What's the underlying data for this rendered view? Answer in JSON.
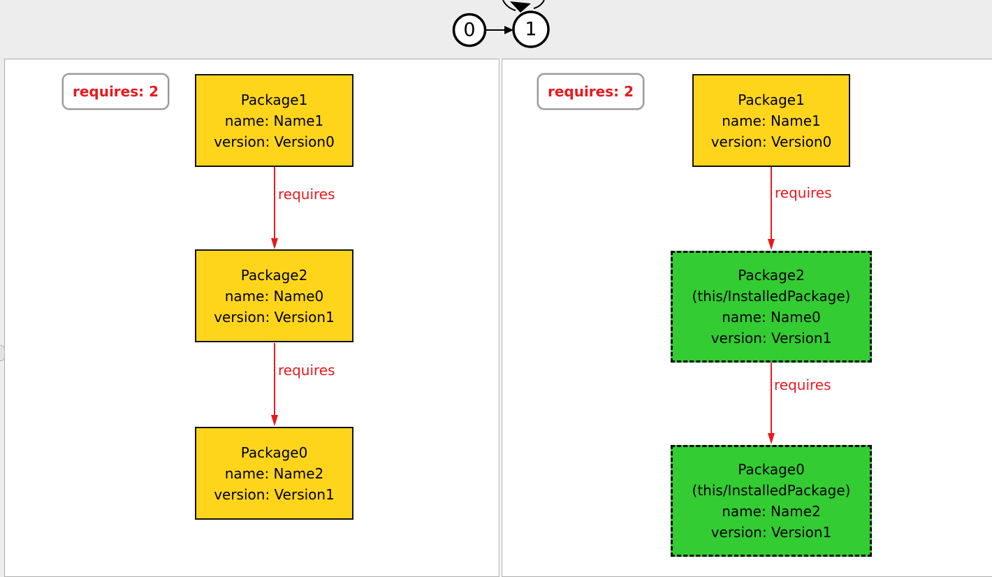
{
  "trace": {
    "states": [
      {
        "label": "0"
      },
      {
        "label": "1"
      }
    ]
  },
  "colors": {
    "package_yellow": "#ffd51c",
    "installed_green": "#33cc33",
    "relation_red": "#e8191d",
    "panel_border_gray": "#acacac",
    "strip_gray": "#ededed"
  },
  "panels": [
    {
      "badge": "requires: 2",
      "nodes": [
        {
          "title": "Package1",
          "lines": [
            "name: Name1",
            "version: Version0"
          ]
        },
        {
          "title": "Package2",
          "lines": [
            "name: Name0",
            "version: Version1"
          ]
        },
        {
          "title": "Package0",
          "lines": [
            "name: Name2",
            "version: Version1"
          ]
        }
      ],
      "edges": [
        {
          "label": "requires"
        },
        {
          "label": "requires"
        }
      ]
    },
    {
      "badge": "requires: 2",
      "nodes": [
        {
          "title": "Package1",
          "lines": [
            "name: Name1",
            "version: Version0"
          ]
        },
        {
          "title": "Package2",
          "subtitle": "(this/InstalledPackage)",
          "lines": [
            "name: Name0",
            "version: Version1"
          ]
        },
        {
          "title": "Package0",
          "subtitle": "(this/InstalledPackage)",
          "lines": [
            "name: Name2",
            "version: Version1"
          ]
        }
      ],
      "edges": [
        {
          "label": "requires"
        },
        {
          "label": "requires"
        }
      ]
    }
  ]
}
